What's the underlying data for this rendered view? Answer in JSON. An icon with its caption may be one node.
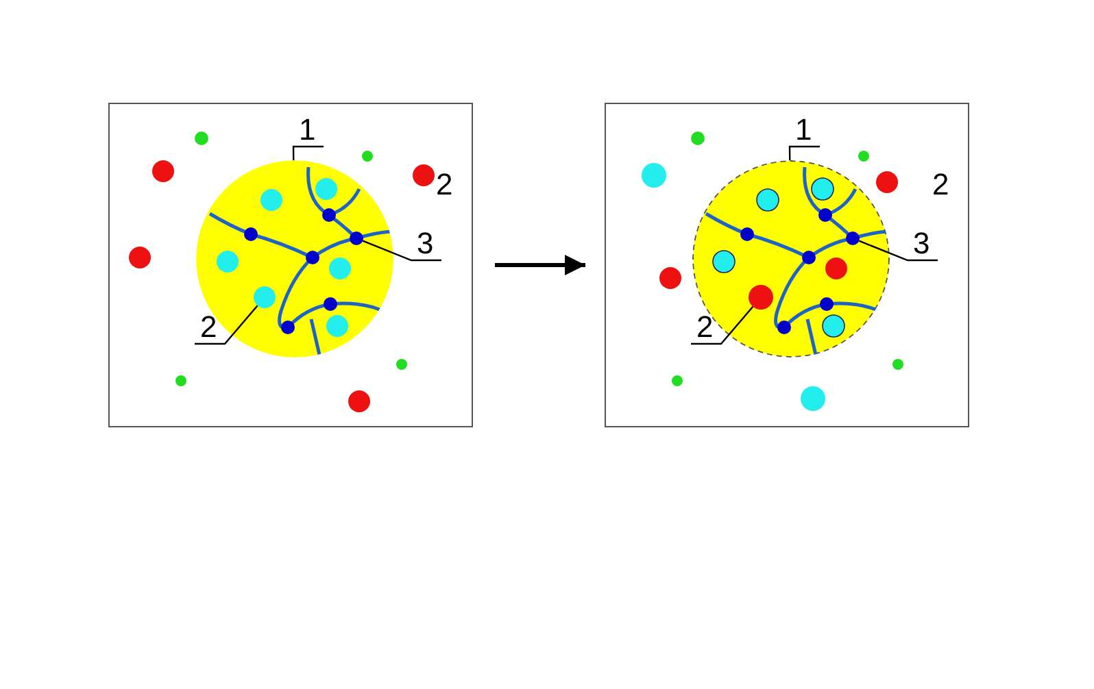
{
  "diagram": {
    "nodes": [
      {
        "text": [],
        "shape": "box"
      },
      {
        "text": [],
        "shape": "box"
      },
      {
        "text": [
          "1"
        ],
        "in": 0
      },
      {
        "text": [],
        "shape": "circle",
        "in": 0
      },
      {
        "text": [
          "2"
        ],
        "in": 0
      },
      {
        "text": [],
        "shape": "circle",
        "in": 3
      },
      {
        "text": [
          "3"
        ],
        "in": 0
      },
      {
        "text": [],
        "shape": "circle",
        "in": 3
      },
      {
        "text": [
          "1"
        ],
        "in": 1
      },
      {
        "text": [],
        "shape": "circle",
        "in": 1
      },
      {
        "text": [
          "2"
        ],
        "in": 1
      },
      {
        "text": [],
        "shape": "circle",
        "in": 9
      },
      {
        "text": [
          "3"
        ],
        "in": 1
      },
      {
        "text": [],
        "shape": "circle",
        "in": 9
      }
    ],
    "edges": [
      {
        "from": 0,
        "to": 1,
        "arrow": "to",
        "style": "thick"
      },
      {
        "from": 2,
        "to": 3,
        "arrow": "none"
      },
      {
        "from": 4,
        "to": 5,
        "arrow": "none"
      },
      {
        "from": 6,
        "to": 7,
        "arrow": "none"
      },
      {
        "from": 8,
        "to": 9,
        "arrow": "none"
      },
      {
        "from": 10,
        "to": 11,
        "arrow": "none"
      },
      {
        "from": 12,
        "to": 13,
        "arrow": "none"
      }
    ],
    "labels": [
      "2",
      "2"
    ]
  }
}
